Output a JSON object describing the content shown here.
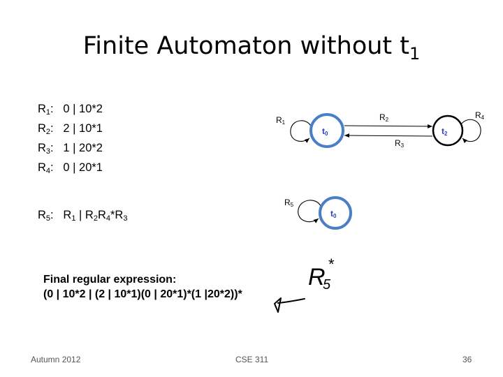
{
  "slide": {
    "title_main": "Finite Automaton without t",
    "title_sub": "1"
  },
  "rules": [
    {
      "name": "R",
      "sub": "1",
      "expr": "0 | 10*2"
    },
    {
      "name": "R",
      "sub": "2",
      "expr": "2 | 10*1"
    },
    {
      "name": "R",
      "sub": "3",
      "expr": "1 | 20*2"
    },
    {
      "name": "R",
      "sub": "4",
      "expr": "0 | 20*1"
    }
  ],
  "r5": {
    "name": "R",
    "sub": "5",
    "p1": "R",
    "p1_sub": "1",
    "sep": " | ",
    "p2": "R",
    "p2_sub": "2",
    "p3": "R",
    "p3_sub": "4",
    "p3_after": "*R",
    "p4_sub": "3"
  },
  "diagram1": {
    "state_t0": {
      "letter": "t",
      "sub": "0"
    },
    "state_t2": {
      "letter": "t",
      "sub": "2"
    },
    "label_r1": {
      "letter": "R",
      "sub": "1"
    },
    "label_r2": {
      "letter": "R",
      "sub": "2"
    },
    "label_r3": {
      "letter": "R",
      "sub": "3"
    },
    "label_r4": {
      "letter": "R",
      "sub": "4"
    }
  },
  "diagram2": {
    "state_t0": {
      "letter": "t",
      "sub": "0"
    },
    "label_r5": {
      "letter": "R",
      "sub": "5"
    }
  },
  "final": {
    "heading": "Final regular expression:",
    "expression": "(0 | 10*2 | (2 | 10*1)(0 | 20*1)*(1 |20*2))*"
  },
  "annotation": {
    "letter": "R",
    "sub": "5",
    "star": "*"
  },
  "footer": {
    "left": "Autumn 2012",
    "center": "CSE 311",
    "right": "36"
  },
  "colors": {
    "state_ring": "#4a7fc8",
    "state_label": "#2b3ec2"
  }
}
